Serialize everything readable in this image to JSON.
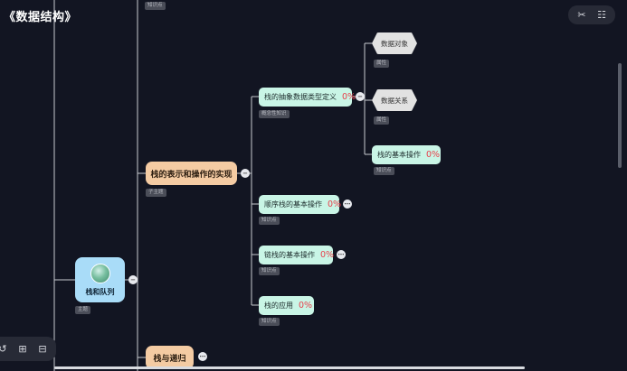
{
  "title": "《数据结构》",
  "top_tag": "知识点",
  "root": {
    "label": "栈和队列",
    "tag": "主题",
    "icon": "globe-icon"
  },
  "subtopics": [
    {
      "label": "栈的表示和操作的实现",
      "tag": "子主题"
    },
    {
      "label": "栈与递归"
    }
  ],
  "knowledge_points": [
    {
      "label": "栈的抽象数据类型定义",
      "percent": "0%",
      "tag": "概念性知识"
    },
    {
      "label": "顺序栈的基本操作",
      "percent": "0%",
      "tag": "知识点"
    },
    {
      "label": "链栈的基本操作",
      "percent": "0%",
      "tag": "知识点"
    },
    {
      "label": "栈的应用",
      "percent": "0%",
      "tag": "知识点"
    },
    {
      "label": "栈的基本操作",
      "percent": "0%",
      "tag": "知识点"
    }
  ],
  "attributes": [
    {
      "label": "数据对象",
      "tag": "属性"
    },
    {
      "label": "数据关系",
      "tag": "属性"
    }
  ],
  "toolbar_top": {
    "left_icon": "magic-wand-icon",
    "right_icon": "outline-icon"
  },
  "toolbar_bottom": {
    "icons": [
      "undo-icon",
      "zoom-in-icon",
      "zoom-out-icon"
    ]
  },
  "colors": {
    "background": "#121522",
    "knowledge_node": "#c9f5e6",
    "subtopic_node": "#f4cba3",
    "root_node": "#a9dcf8",
    "attribute_node": "#e2e2e2",
    "percent_text": "#e8404b",
    "connector": "#c8cad0"
  }
}
